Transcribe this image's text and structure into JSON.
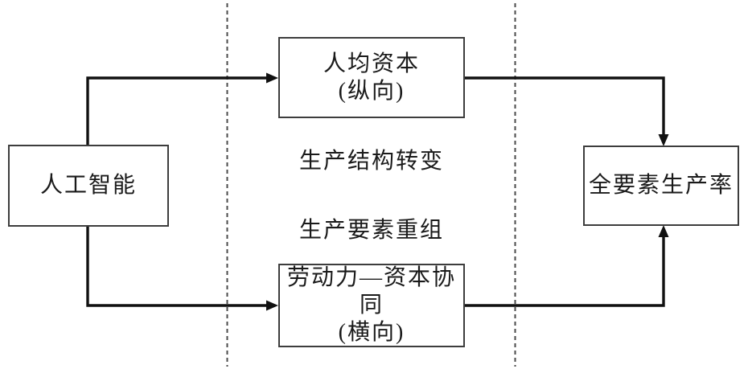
{
  "diagram": {
    "nodes": {
      "ai": {
        "label": "人工智能"
      },
      "capital": {
        "line1": "人均资本",
        "line2": "(纵向)"
      },
      "labor": {
        "line1": "劳动力—资本协同",
        "line2": "(横向)"
      },
      "tfp": {
        "label": "全要素生产率"
      }
    },
    "captions": {
      "structure_change": "生产结构转变",
      "factor_reorg": "生产要素重组"
    },
    "colors": {
      "background": "#ffffff",
      "text": "#1a1a1a",
      "box_border": "#3d3d3d",
      "arrow": "#111111",
      "dashed_line": "#4a4a4a"
    }
  }
}
